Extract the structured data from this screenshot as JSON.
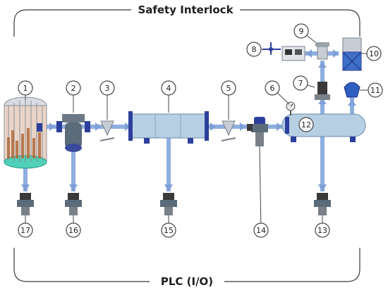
{
  "diagram": {
    "top_title": "Safety Interlock",
    "bottom_title": "PLC (I/O)",
    "callouts": [
      "1",
      "2",
      "3",
      "4",
      "5",
      "6",
      "7",
      "8",
      "9",
      "10",
      "11",
      "12",
      "13",
      "14",
      "15",
      "16",
      "17"
    ]
  },
  "colors": {
    "frame": "#3a3a3a",
    "flow": "#8eaee0",
    "vessel": "#b7cfe3",
    "flange": "#2d3f9c",
    "valve_body": "#5b6b7a"
  }
}
